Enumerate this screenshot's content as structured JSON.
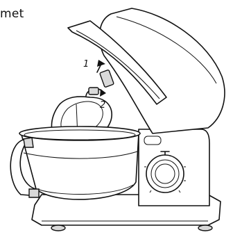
{
  "heading": {
    "text": "met"
  },
  "steps": {
    "one": "1",
    "two": "2"
  },
  "illustration": {
    "subject": "stand-mixer",
    "icons": [
      "stand-mixer-icon",
      "k-beater-icon",
      "arrow-up-icon",
      "rotate-arrow-icon",
      "mixing-bowl-icon",
      "speed-dial-icon"
    ]
  },
  "colors": {
    "line": "#111111",
    "background": "#ffffff",
    "accent_grey": "#d9d9d9"
  }
}
